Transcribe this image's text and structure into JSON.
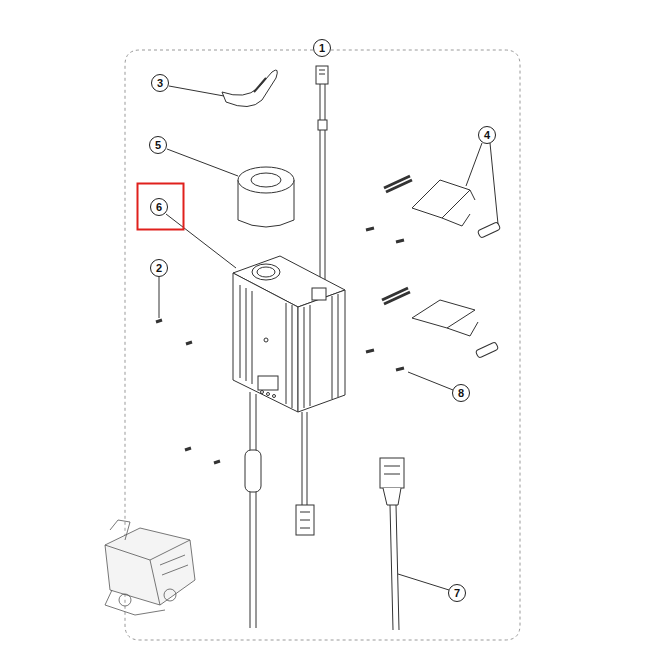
{
  "diagram": {
    "nodes": [
      {
        "text": [
          "1"
        ]
      },
      {
        "text": [
          "3"
        ]
      },
      {
        "text": [
          "4"
        ]
      },
      {
        "text": [
          "5"
        ]
      },
      {
        "text": [
          "6"
        ]
      },
      {
        "text": [
          "2"
        ]
      },
      {
        "text": [
          "8"
        ]
      },
      {
        "text": [
          "7"
        ]
      }
    ]
  }
}
